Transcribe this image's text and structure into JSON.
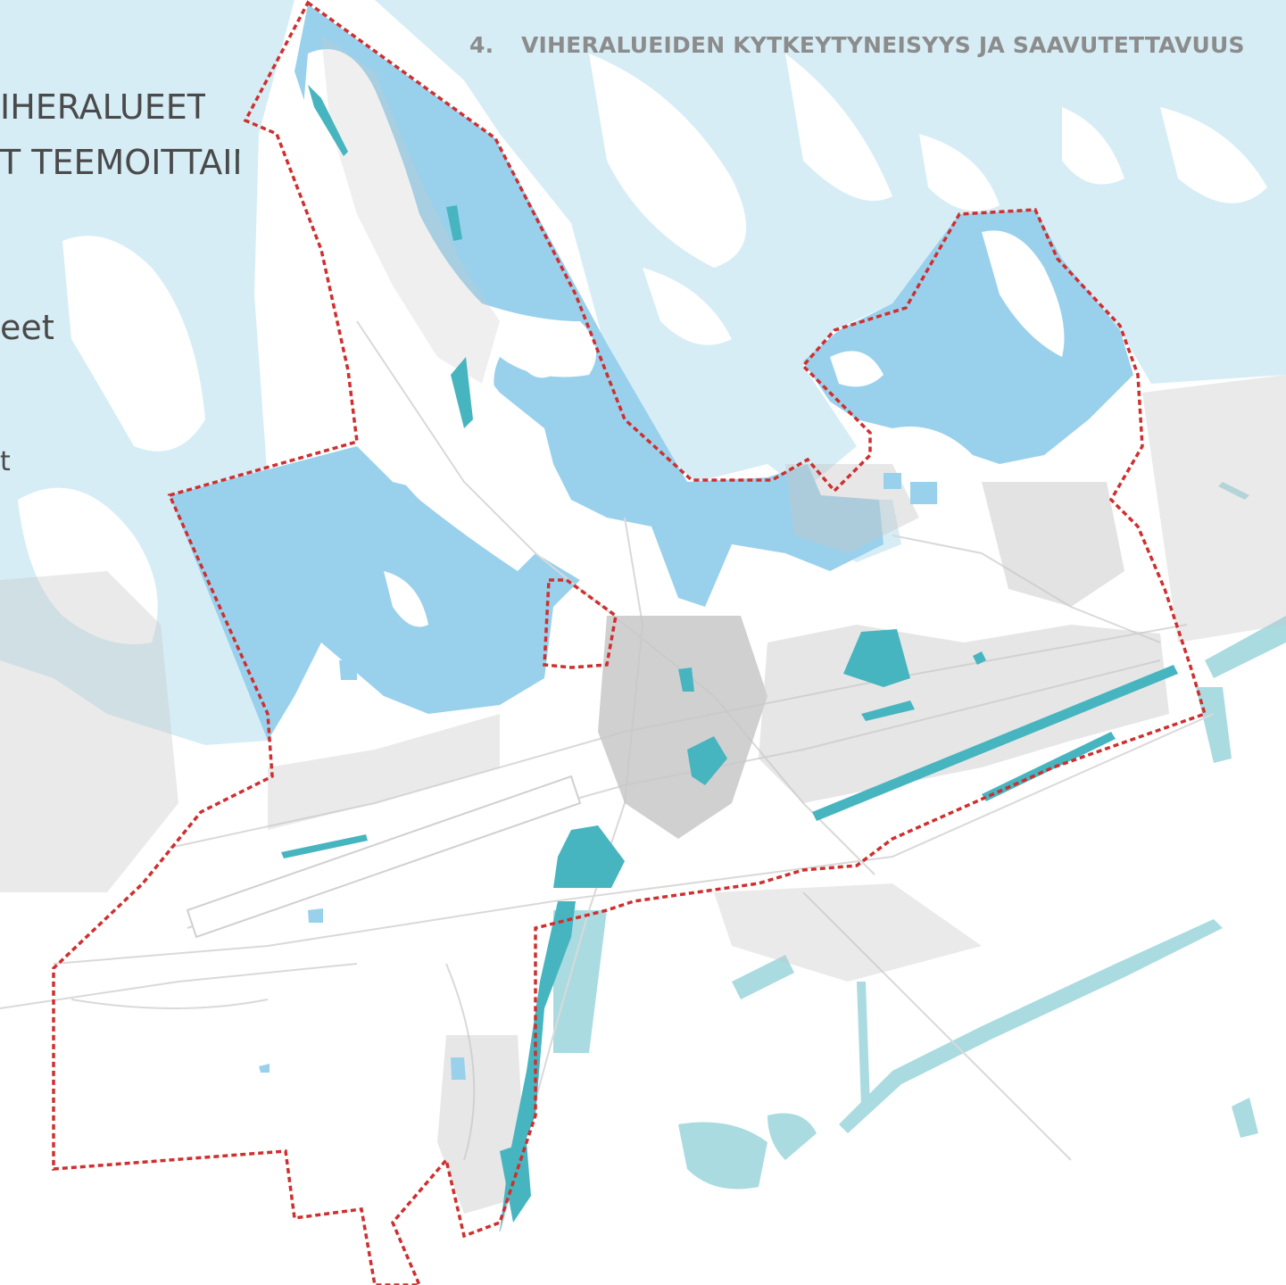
{
  "header": {
    "number": "4.",
    "title": "VIHERALUEIDEN KYTKEYTYNEISYYS JA SAAVUTETTAVUUS"
  },
  "sidebar": {
    "line1": "IHERALUEET",
    "line2": "T TEEMOITTAIN",
    "line3": "eet",
    "line4": "t"
  },
  "colors": {
    "sea_outside": "#d6edf6",
    "sea_inside": "#99d1ec",
    "green_area": "#47b5bf",
    "canal": "#a9dbe1",
    "boundary": "#cf2f2f",
    "buildings": "#c8c8c8",
    "roads": "#d9d9d9"
  }
}
